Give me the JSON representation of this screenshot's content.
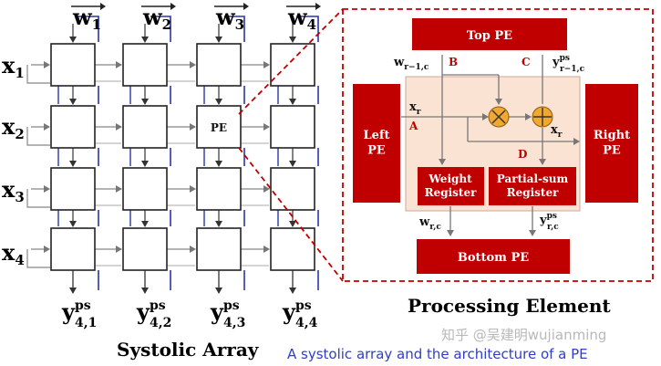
{
  "systolic": {
    "weights": [
      "w",
      "w",
      "w",
      "w"
    ],
    "weight_subscripts": [
      "1",
      "2",
      "3",
      "4"
    ],
    "inputs": [
      "x",
      "x",
      "x",
      "x"
    ],
    "input_subscripts": [
      "1",
      "2",
      "3",
      "4"
    ],
    "pe_label": "PE",
    "outputs": [
      {
        "base": "y",
        "sup": "ps",
        "sub": "4,1"
      },
      {
        "base": "y",
        "sup": "ps",
        "sub": "4,2"
      },
      {
        "base": "y",
        "sup": "ps",
        "sub": "4,3"
      },
      {
        "base": "y",
        "sup": "ps",
        "sub": "4,4"
      }
    ],
    "caption": "Systolic Array"
  },
  "pe_detail": {
    "top": "Top PE",
    "bottom": "Bottom PE",
    "left": "Left\nPE",
    "right": "Right\nPE",
    "weight_register": "Weight\nRegister",
    "partial_sum_register": "Partial-sum\nRegister",
    "w_in": {
      "base": "w",
      "sub": "r−1,c"
    },
    "y_in": {
      "base": "y",
      "sup": "ps",
      "sub": "r−1,c"
    },
    "x_in": {
      "base": "x",
      "sub": "r"
    },
    "x_out": {
      "base": "x",
      "sub": "r"
    },
    "w_out": {
      "base": "w",
      "sub": "r,c"
    },
    "y_out": {
      "base": "y",
      "sup": "ps",
      "sub": "r,c"
    },
    "point_labels": [
      "A",
      "B",
      "C",
      "D"
    ],
    "caption": "Processing Element"
  },
  "watermark": "知乎 @吴建明wujianming",
  "figure_caption": "A systolic array and the architecture of a PE",
  "colors": {
    "red": "#c00000",
    "blue": "#2b35a8",
    "peach": "#fbe3d3",
    "orange": "#f0a830",
    "caption_blue": "#2e3ec9"
  }
}
